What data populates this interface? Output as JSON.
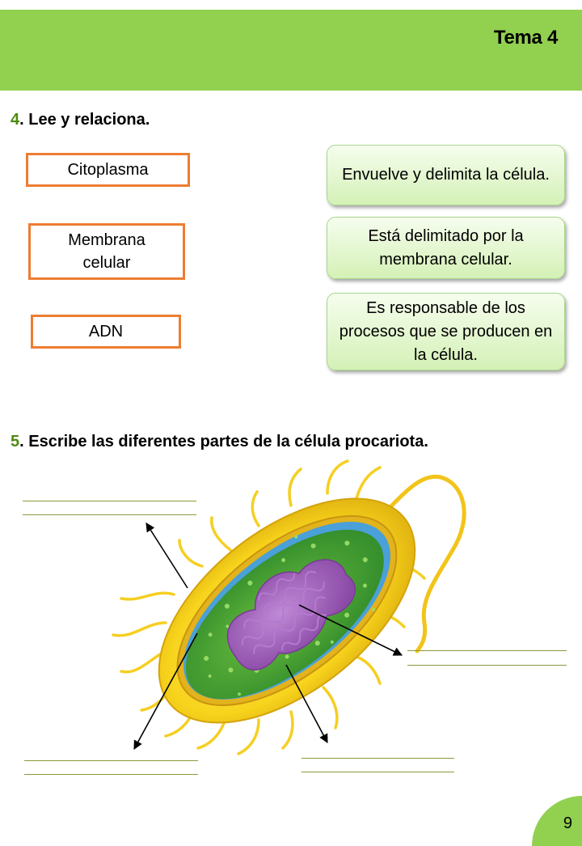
{
  "header": {
    "title": "Tema 4"
  },
  "q4": {
    "number": "4",
    "text": ". Lee y relaciona.",
    "terms": [
      "Citoplasma",
      "Membrana celular",
      "ADN"
    ],
    "definitions": [
      "Envuelve y delimita la célula.",
      "Está delimitado por la membrana celular.",
      "Es responsable de los procesos que se producen en la célula."
    ]
  },
  "q5": {
    "number": "5",
    "text": ". Escribe las diferentes partes de la célula procariota."
  },
  "colors": {
    "header_green": "#92d050",
    "term_border": "#ed7d31",
    "question_number": "#4f8a10"
  },
  "page": {
    "number": "9"
  }
}
